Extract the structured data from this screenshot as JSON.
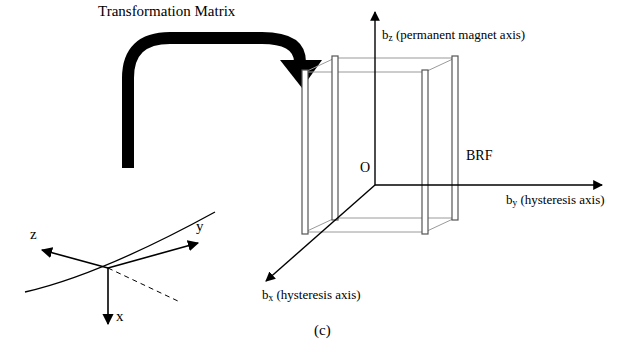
{
  "diagram": {
    "caption": "(c)",
    "labels": [
      "Transformation Matrix",
      "z",
      "y",
      "x",
      "b",
      "z",
      "(permanent magnet axis)",
      "O",
      "BRF",
      "b",
      "y",
      "(hysteresis axis)",
      "b",
      "x",
      "(hysteresis axis)"
    ]
  }
}
